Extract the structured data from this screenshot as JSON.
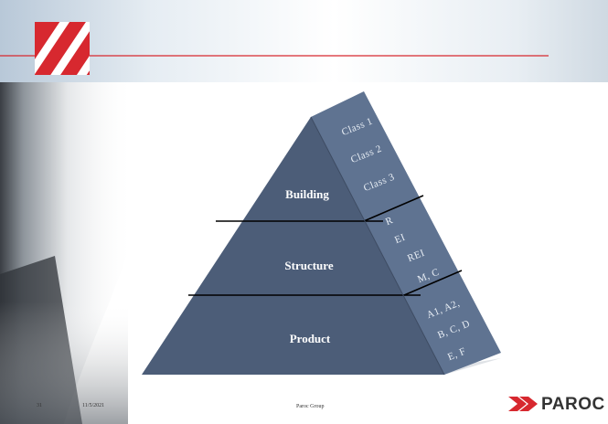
{
  "slide": {
    "layers": [
      {
        "label": "Building",
        "classes": [
          "Class 1",
          "Class 2",
          "Class 3"
        ]
      },
      {
        "label": "Structure",
        "classes": [
          "R",
          "EI",
          "REI",
          "M, C"
        ]
      },
      {
        "label": "Product",
        "classes": [
          "A1, A2,",
          "B, C, D",
          "E, F"
        ]
      }
    ]
  },
  "footer": {
    "page_number": "31",
    "date": "11/5/2021",
    "company": "Paroc Group",
    "logo_text": "PAROC"
  },
  "colors": {
    "pyramid_front": "#4c5d78",
    "pyramid_side": "#5f7391",
    "accent_red": "#d7282f"
  }
}
